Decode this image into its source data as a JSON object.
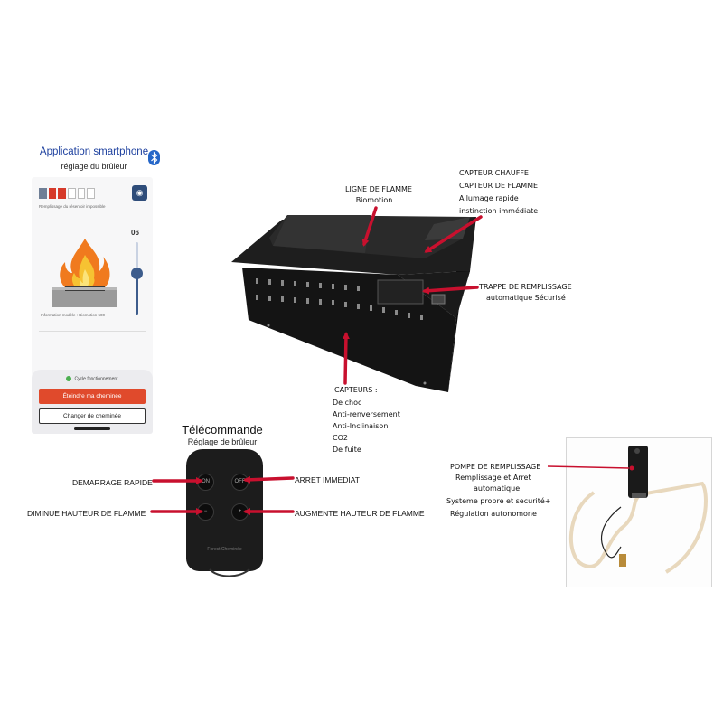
{
  "app": {
    "title": "Application smartphone",
    "subtitle": "réglage du brûleur",
    "warning": "Remplissage du réservoir impossible",
    "level": "06",
    "model_info": "Information modèle : Biomotion 500",
    "cycle": "Cycle fonctionnement",
    "off_button": "Éteindre ma cheminée",
    "change_button": "Changer de cheminée",
    "tank_fill_segments": 2,
    "tank_total_segments": 6,
    "accent_color": "#e04a2c"
  },
  "unit": {
    "flame_line": {
      "title": "LIGNE DE FLAMME",
      "text": "Biomotion"
    },
    "heat_sensor": {
      "line1": "CAPTEUR CHAUFFE",
      "line2": "CAPTEUR DE FLAMME",
      "line3": "Allumage rapide",
      "line4": "instinction immédiate"
    },
    "fill_hatch": {
      "title": "TRAPPE DE REMPLISSAGE",
      "text": "automatique Sécurisé"
    },
    "sensors": {
      "title": "CAPTEURS :",
      "items": [
        "De choc",
        "Anti-renversement",
        "Anti-Inclinaison",
        "CO2",
        "De fuite"
      ]
    }
  },
  "remote": {
    "title": "Télécommande",
    "subtitle": "Réglage de brûleur",
    "on_label": "ON",
    "off_label": "OFF",
    "brand": "Forest Cheminée",
    "start": "DEMARRAGE RAPIDE",
    "stop": "ARRET IMMEDIAT",
    "decrease": "DIMINUE HAUTEUR DE FLAMME",
    "increase": "AUGMENTE HAUTEUR DE FLAMME"
  },
  "pump": {
    "title": "POMPE DE REMPLISSAGE",
    "line1": "Remplissage et Arret",
    "line2": "automatique",
    "line3": "Systeme propre et securité+",
    "line4": "Régulation autonomone"
  },
  "colors": {
    "arrow": "#c8102e",
    "bluetooth": "#2566c8"
  }
}
